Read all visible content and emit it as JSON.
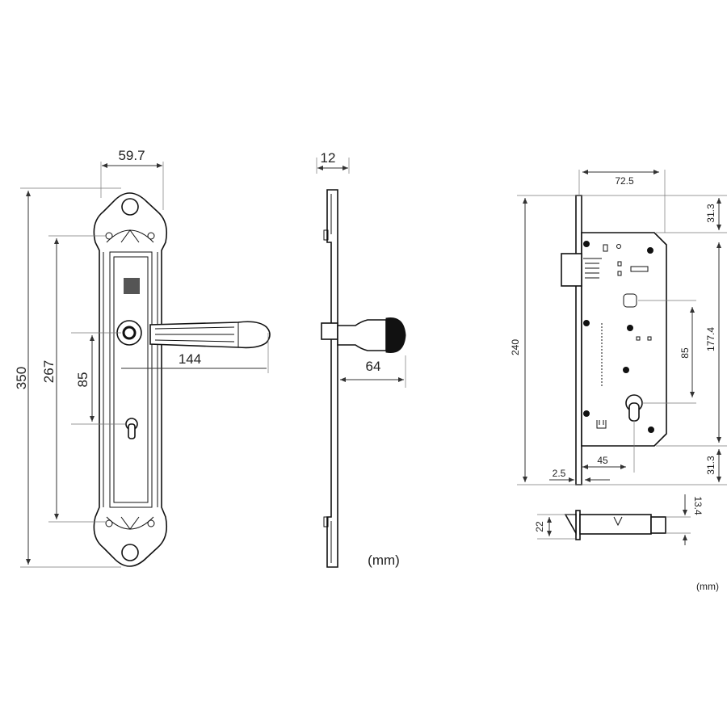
{
  "units_label": "(mm)",
  "front_view": {
    "width": "59.7",
    "total_height": "350",
    "inner_height": "267",
    "center_distance": "85",
    "handle_length": "144"
  },
  "side_view": {
    "thickness": "12",
    "handle_projection": "64",
    "units": "(mm)"
  },
  "lock_body": {
    "backset_width": "72.5",
    "faceplate_height": "240",
    "top_offset": "31.3",
    "case_height": "177.4",
    "bottom_offset": "31.3",
    "center_distance": "85",
    "backset": "45",
    "faceplate_thickness": "2.5",
    "bolt_height": "22",
    "bolt_offset": "13.4",
    "units": "(mm)"
  }
}
